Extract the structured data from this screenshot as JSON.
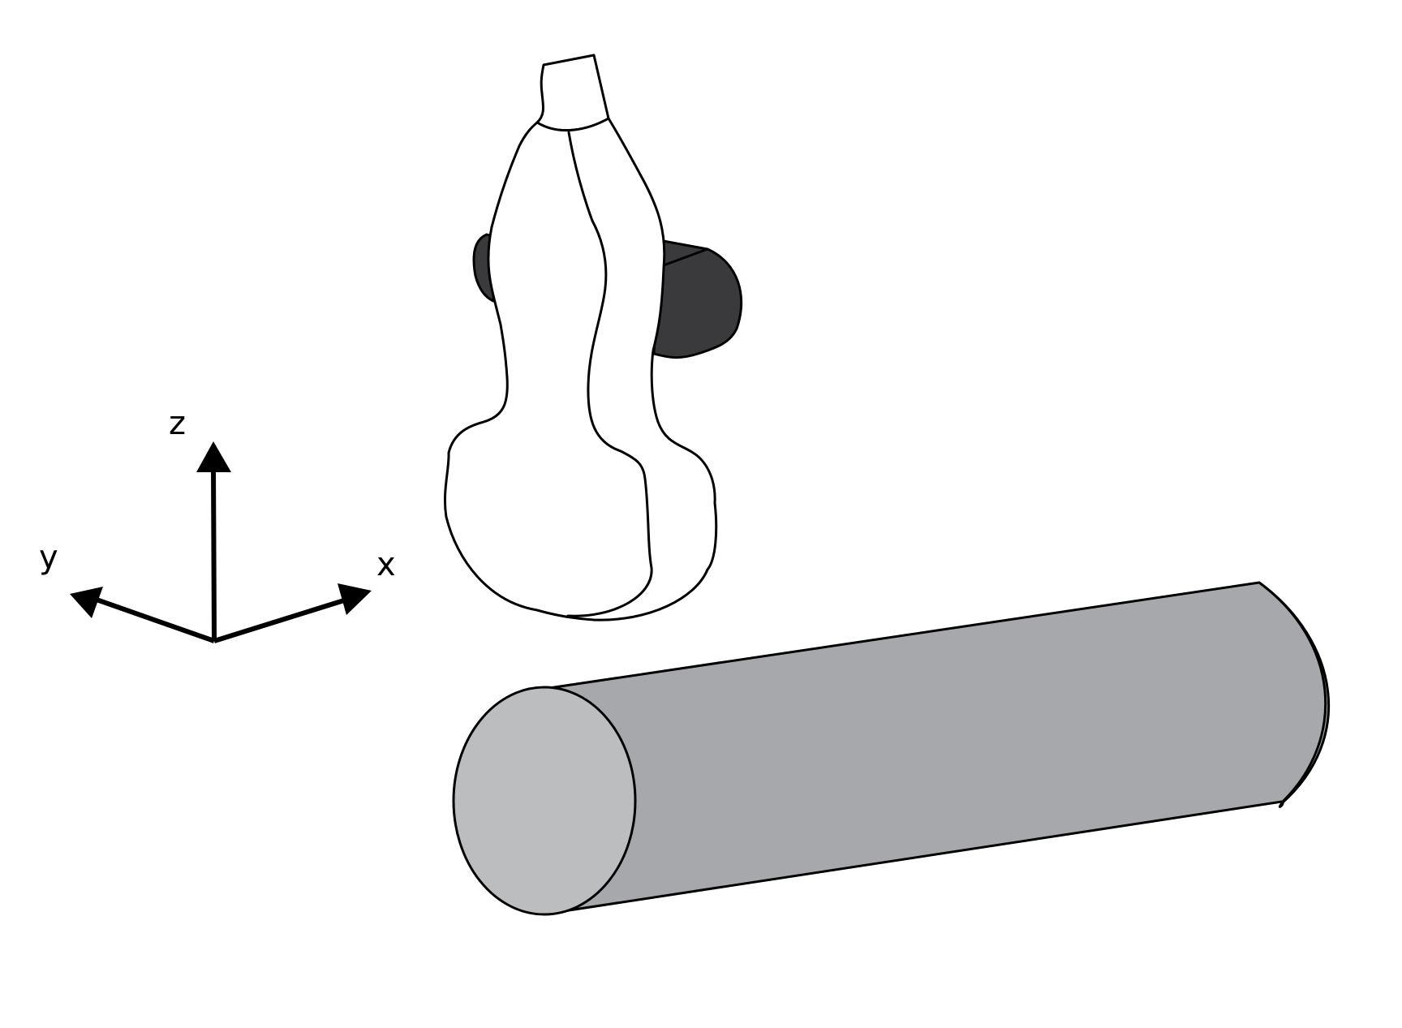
{
  "axes": {
    "z_label": "z",
    "y_label": "y",
    "x_label": "x"
  },
  "colors": {
    "stroke": "#000000",
    "probe_body": "#ffffff",
    "probe_cable": "#3a3a3c",
    "cylinder_side": "#a7a8ab",
    "cylinder_end": "#bcbdbf",
    "background": "#ffffff"
  },
  "icons": {
    "probe": "ultrasound-probe-icon",
    "cylinder": "cylinder-phantom-icon",
    "axes": "coordinate-axes-icon"
  }
}
